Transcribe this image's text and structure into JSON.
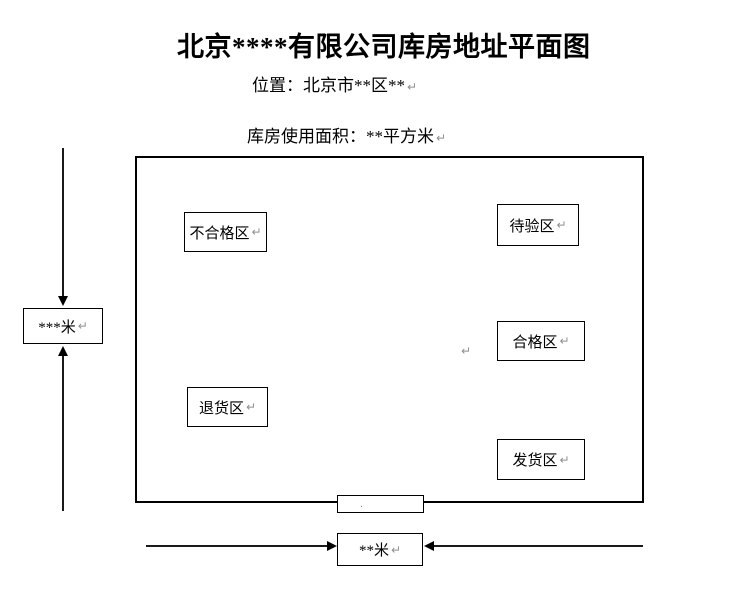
{
  "document": {
    "title": "北京****有限公司库房地址平面图",
    "location_line": "位置：北京市**区**",
    "area_line": "库房使用面积：**平方米"
  },
  "warehouse": {
    "zones": [
      {
        "label": "不合格区"
      },
      {
        "label": "待验区"
      },
      {
        "label": "合格区"
      },
      {
        "label": "退货区"
      },
      {
        "label": "发货区"
      }
    ],
    "door_dot": "."
  },
  "dimensions": {
    "height_label": "***米",
    "width_label": "**米"
  },
  "marks": {
    "paragraph_return": "↵"
  },
  "colors": {
    "line": "#000000",
    "text": "#000000",
    "return_mark": "#8f8f8f",
    "background": "#ffffff"
  }
}
